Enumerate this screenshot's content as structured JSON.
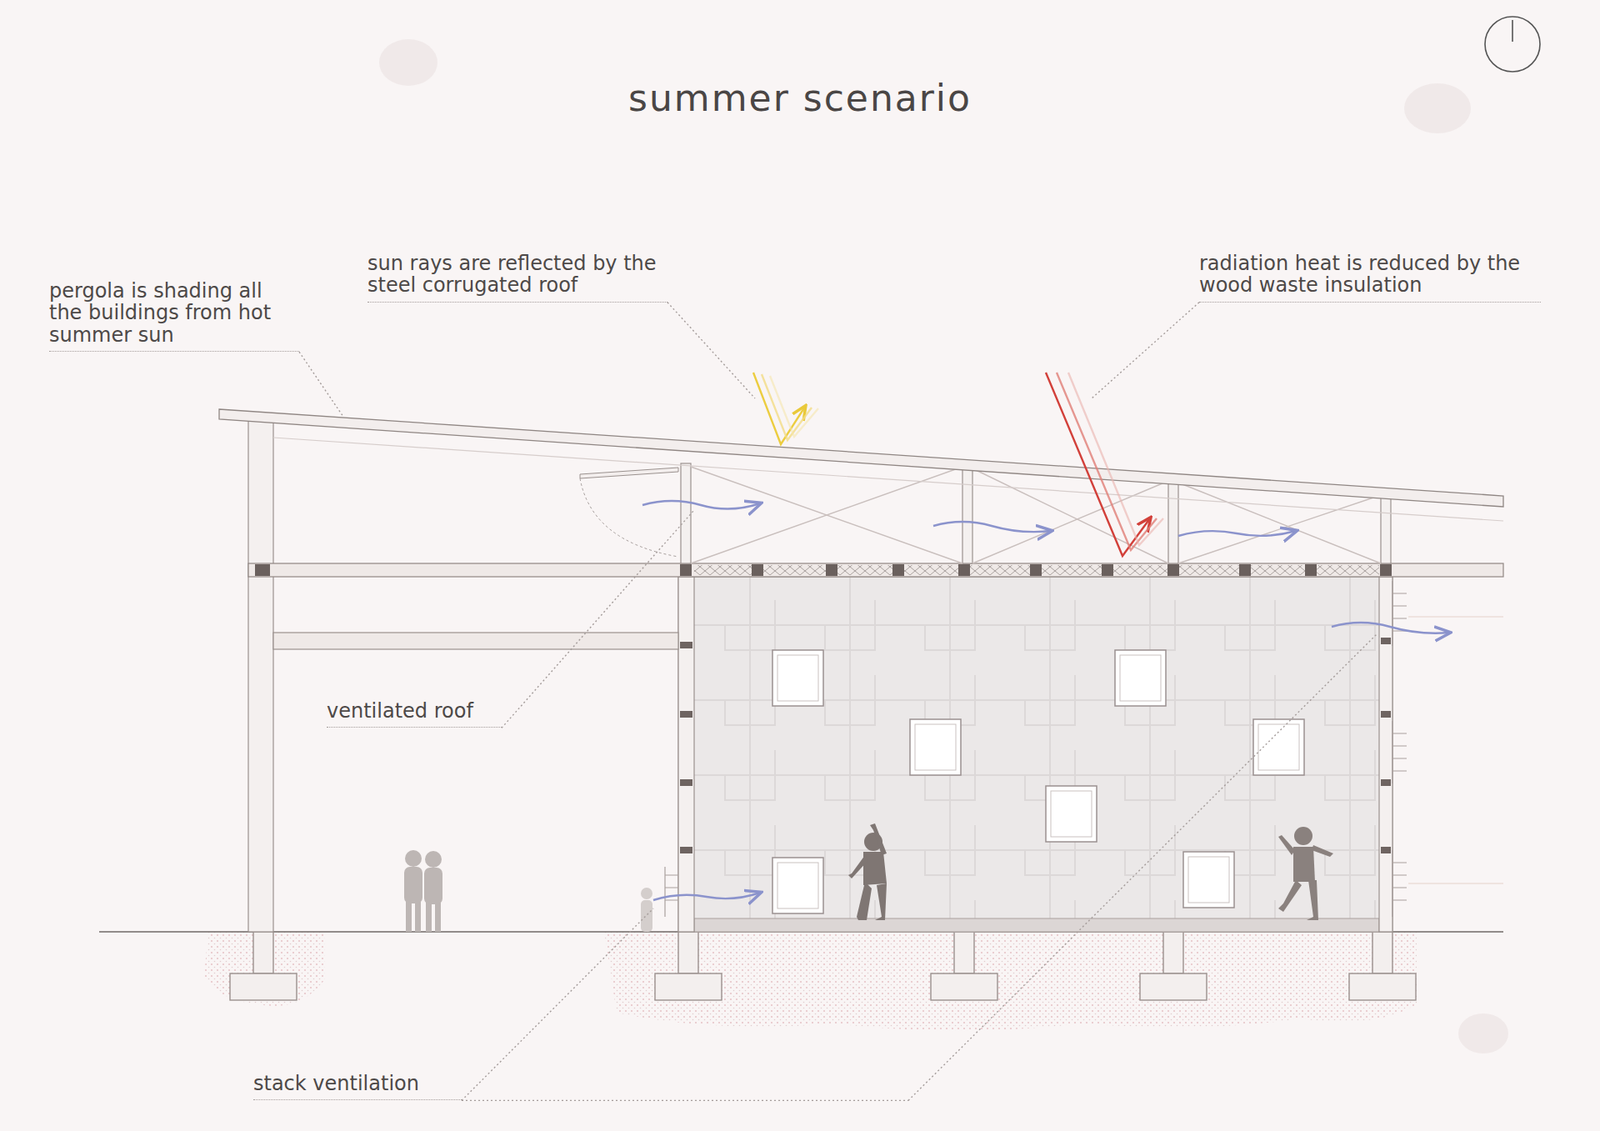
{
  "diagram": {
    "title": "summer scenario",
    "labels": [
      "pergola is shading all the buildings from hot summer sun",
      "sun rays are reflected by the steel corrugated roof",
      "radiation heat is reduced by the wood waste insulation",
      "ventilated roof",
      "stack ventilation"
    ]
  }
}
